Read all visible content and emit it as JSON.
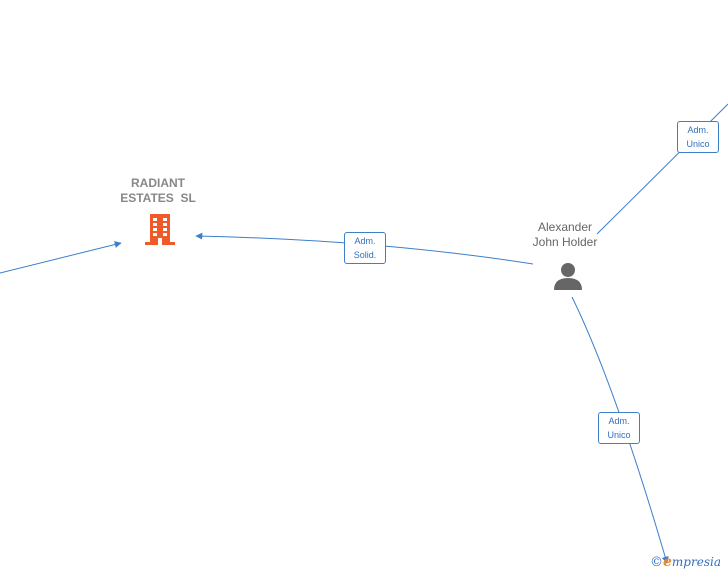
{
  "nodes": {
    "company": {
      "name_line1": "RADIANT",
      "name_line2": "ESTATES  SL",
      "color": "#f05a28"
    },
    "person": {
      "name_line1": "Alexander",
      "name_line2": "John Holder",
      "color": "#666666"
    }
  },
  "edges": {
    "person_to_company": {
      "line1": "Adm.",
      "line2": "Solid."
    },
    "person_to_top_right": {
      "line1": "Adm.",
      "line2": "Unico"
    },
    "person_to_bottom": {
      "line1": "Adm.",
      "line2": "Unico"
    }
  },
  "colors": {
    "edge": "#3d7fc9"
  },
  "brand": {
    "copyright": "©",
    "initial": "e",
    "rest": "mpresia"
  }
}
